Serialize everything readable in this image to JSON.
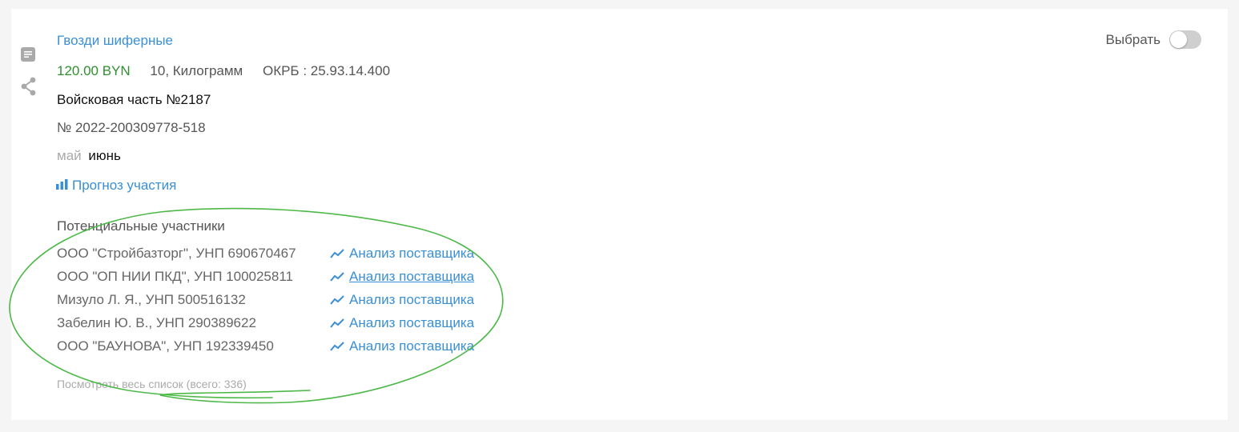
{
  "item": {
    "title": "Гвозди шиферные",
    "price": "120.00 BYN",
    "quantity": "10, Килограмм",
    "okrb": "ОКРБ : 25.93.14.400",
    "customer": "Войсковая часть №2187",
    "number": "№ 2022-200309778-518",
    "month_past": "май",
    "month_current": "июнь",
    "forecast_label": "Прогноз участия"
  },
  "select": {
    "label": "Выбрать"
  },
  "participants": {
    "title": "Потенциальные участники",
    "items": [
      {
        "name": "ООО \"Стройбазторг\", УНП 690670467",
        "link": "Анализ поставщика"
      },
      {
        "name": "ООО \"ОП НИИ ПКД\", УНП 100025811",
        "link": "Анализ поставщика"
      },
      {
        "name": "Мизуло Л. Я., УНП 500516132",
        "link": "Анализ поставщика"
      },
      {
        "name": "Забелин Ю. В., УНП 290389622",
        "link": "Анализ поставщика"
      },
      {
        "name": "ООО \"БАУНОВА\", УНП 192339450",
        "link": "Анализ поставщика"
      }
    ],
    "show_all": "Посмотреть весь список (всего: 336)"
  },
  "icons": {
    "doc": "document-icon",
    "share": "share-icon",
    "forecast": "bar-chart-icon",
    "trend": "trend-line-icon"
  },
  "colors": {
    "link": "#3a8fd6",
    "price": "#2f8f2f",
    "annotation": "#4db848"
  }
}
